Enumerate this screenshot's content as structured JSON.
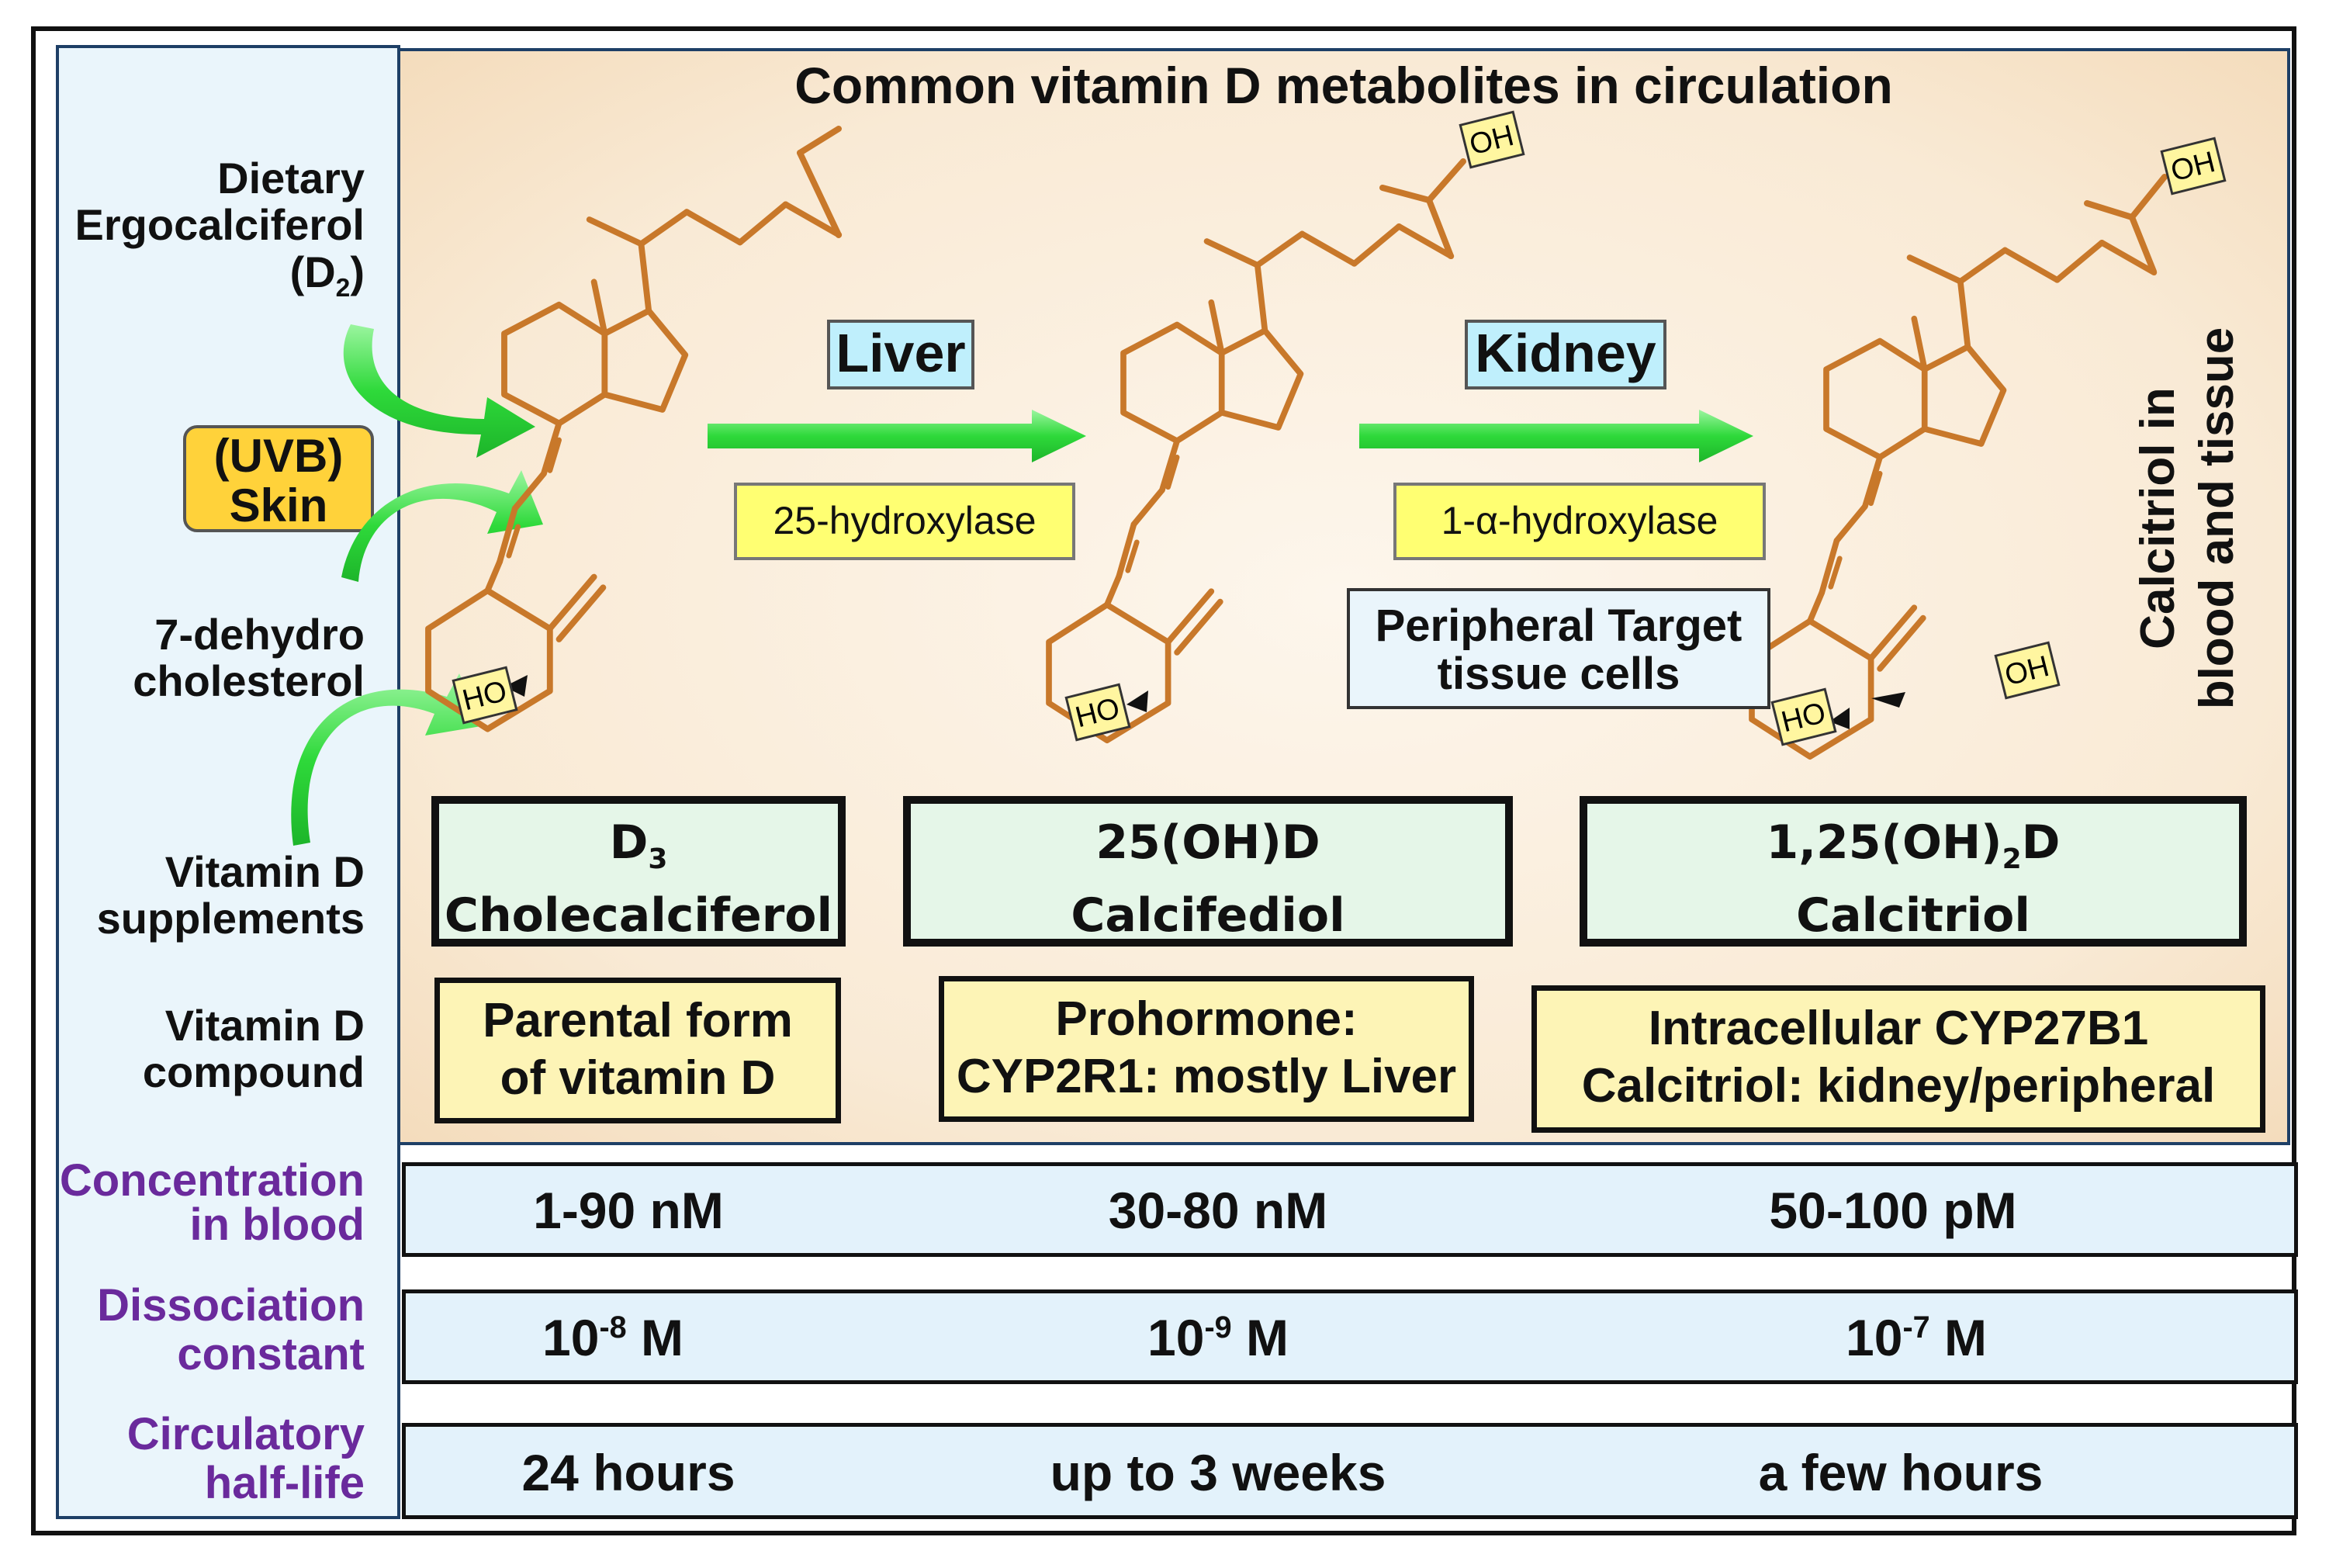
{
  "title": "Common vitamin D metabolites in circulation",
  "left_labels": {
    "dietary_line1": "Dietary",
    "dietary_line2": "Ergocalciferol",
    "dietary_line3": "(D",
    "dietary_sub": "2",
    "dietary_close": ")",
    "uvb_line1": "(UVB)",
    "uvb_line2": "Skin",
    "dehydro_line1": "7-dehydro",
    "dehydro_line2": "cholesterol",
    "supplements_line1": "Vitamin D",
    "supplements_line2": "supplements",
    "compound_line1": "Vitamin D",
    "compound_line2": "compound",
    "concentration_line1": "Concentration",
    "concentration_line2": "in blood",
    "dissociation_line1": "Dissociation",
    "dissociation_line2": "constant",
    "halflife_line1": "Circulatory",
    "halflife_line2": "half-life"
  },
  "steps": {
    "liver": "Liver",
    "liver_enzyme": "25-hydroxylase",
    "kidney": "Kidney",
    "kidney_enzyme": "1-α-hydroxylase",
    "peripheral_line1": "Peripheral Target",
    "peripheral_line2": "tissue cells"
  },
  "side_label": {
    "line1": "Calcitriol in",
    "line2": "blood and tissue"
  },
  "molecule_labels": {
    "ho": "HO",
    "oh": "OH"
  },
  "compounds": [
    {
      "name_top": "D",
      "name_top_sub": "3",
      "name_top_after": "",
      "name_bottom": "Cholecalciferol",
      "desc_line1": "Parental form",
      "desc_line2": "of vitamin D"
    },
    {
      "name_top": "25(OH)D",
      "name_top_sub": "",
      "name_top_after": "",
      "name_bottom": "Calcifediol",
      "desc_line1": "Prohormone:",
      "desc_line2": "CYP2R1: mostly Liver"
    },
    {
      "name_top": "1,25(OH)",
      "name_top_sub": "2",
      "name_top_after": "D",
      "name_bottom": "Calcitriol",
      "desc_line1": "Intracellular CYP27B1",
      "desc_line2": "Calcitriol: kidney/peripheral"
    }
  ],
  "rows": {
    "concentration": [
      "1-90 nM",
      "30-80 nM",
      "50-100 pM"
    ],
    "dissociation": [
      {
        "base": "10",
        "exp": "-8",
        "unit": " M"
      },
      {
        "base": "10",
        "exp": "-9",
        "unit": " M"
      },
      {
        "base": "10",
        "exp": "-7",
        "unit": " M"
      }
    ],
    "halflife": [
      "24 hours",
      "up to 3 weeks",
      "a few hours"
    ]
  },
  "colors": {
    "bond": "#c8782a",
    "arrow_green": "#3ee64a",
    "process_box": "#bfeffc",
    "enzyme_box": "#ffff72",
    "name_box": "#e5f6e8",
    "desc_box": "#fdf4b6",
    "row_bar": "#e3f2fb",
    "purple_label": "#6a2a9c",
    "uvb_box": "#ffd23a"
  }
}
